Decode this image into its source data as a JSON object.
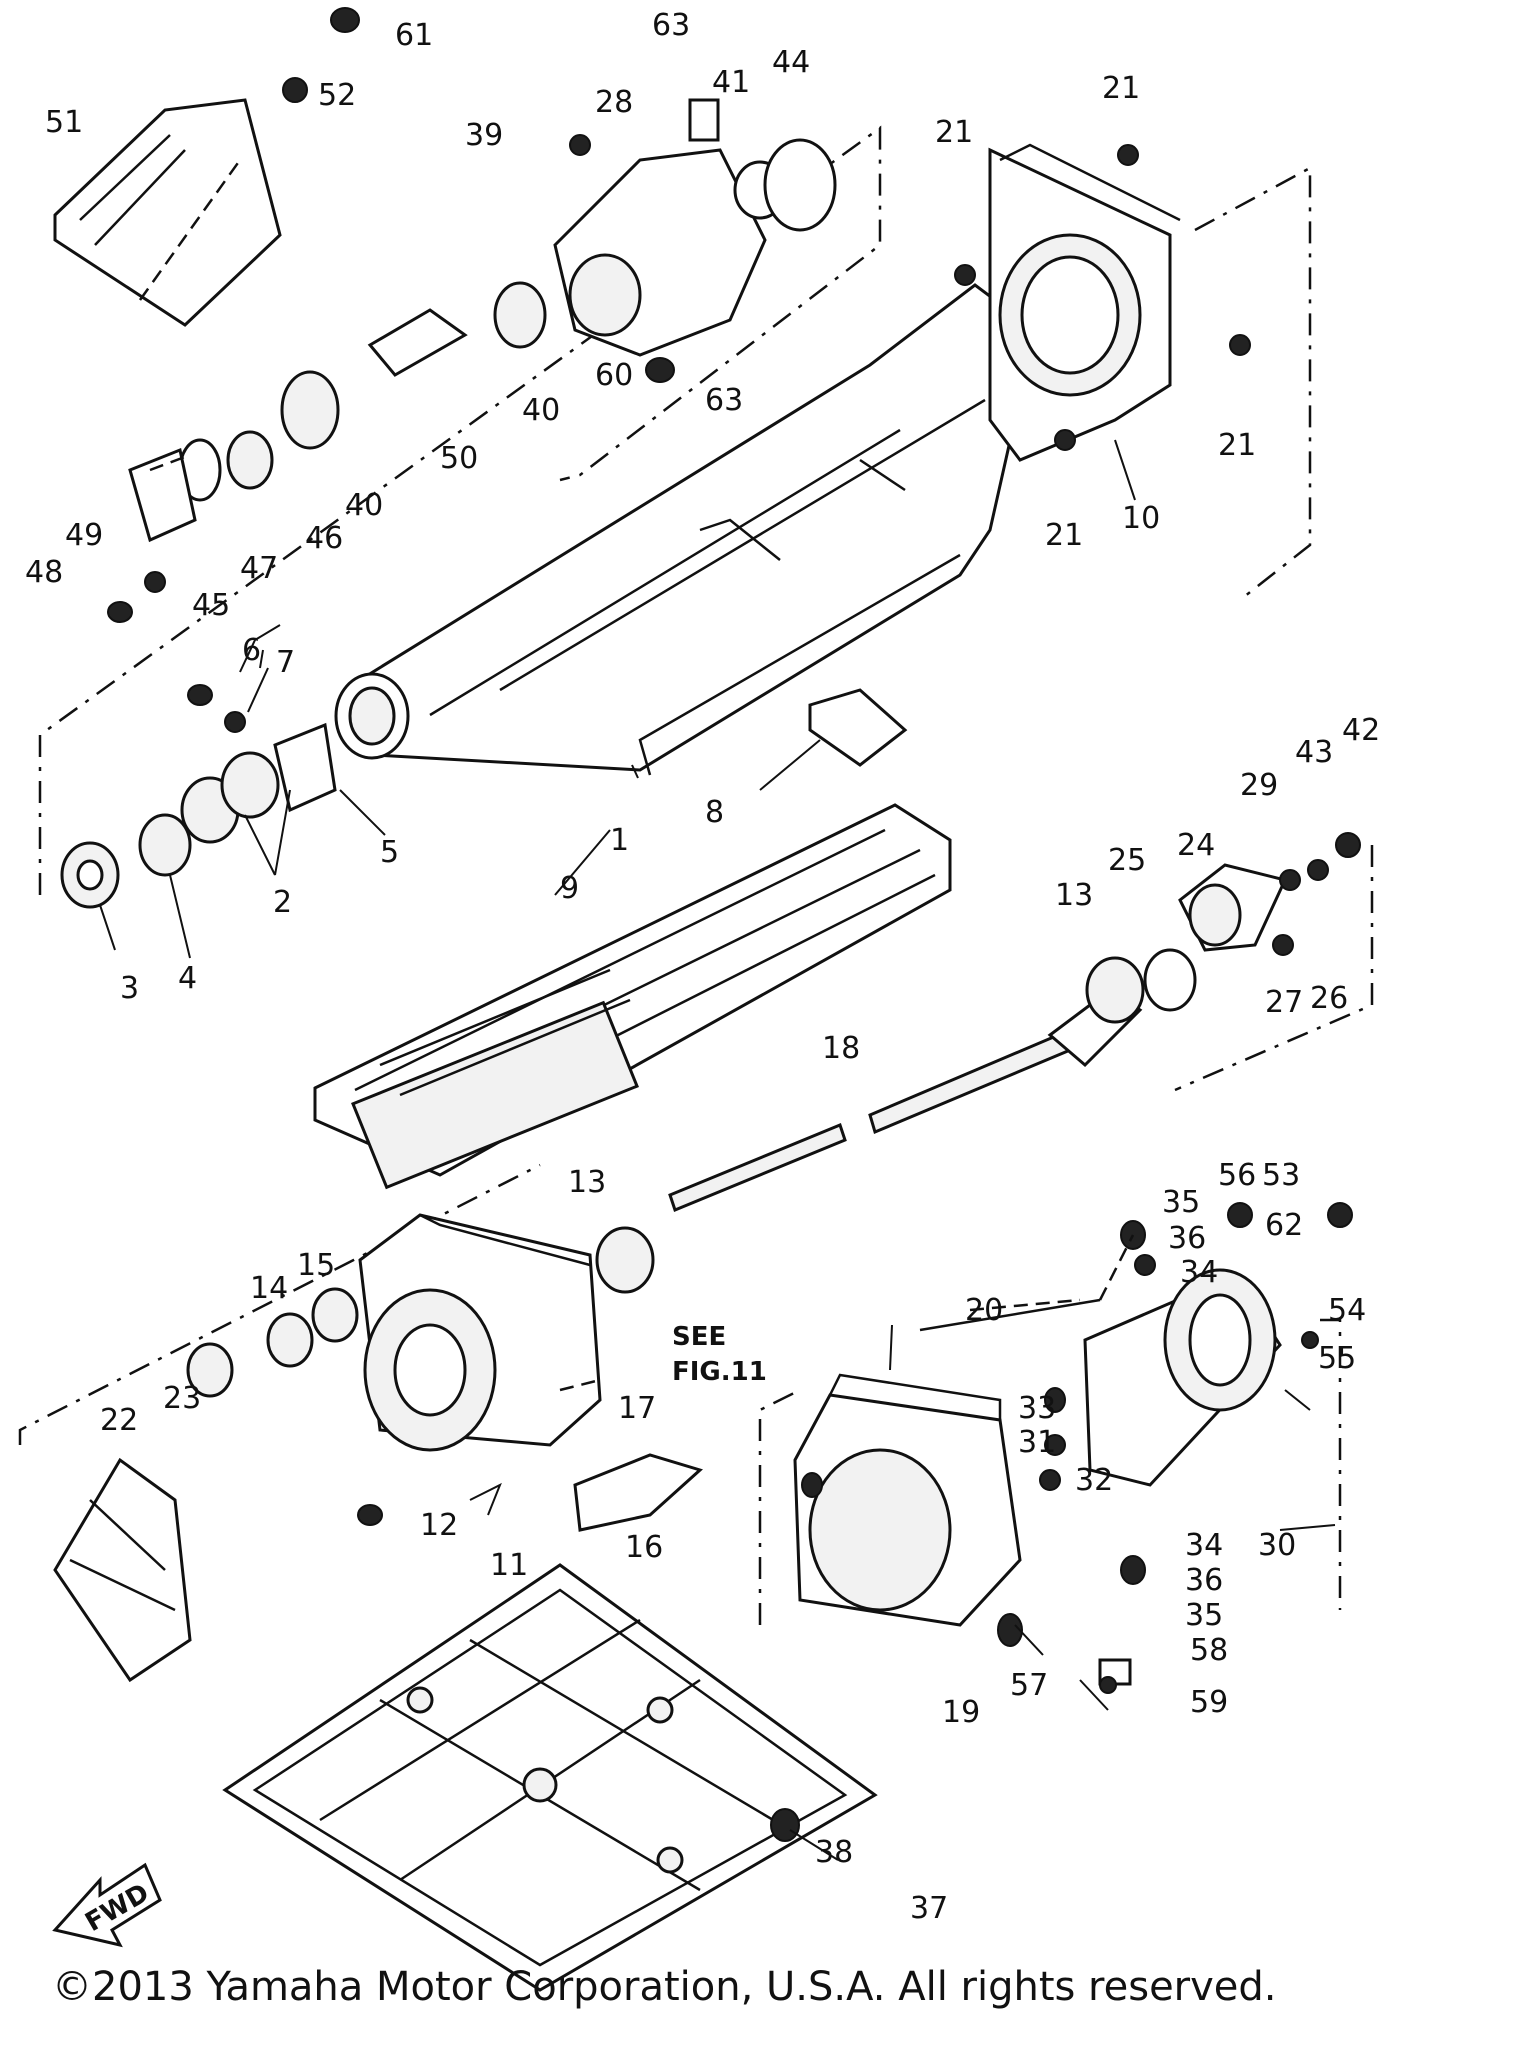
{
  "diagram": {
    "callouts": [
      "1",
      "2",
      "3",
      "4",
      "5",
      "6",
      "7",
      "8",
      "9",
      "10",
      "11",
      "12",
      "13",
      "13",
      "14",
      "15",
      "16",
      "17",
      "18",
      "19",
      "20",
      "21",
      "21",
      "21",
      "21",
      "22",
      "23",
      "24",
      "25",
      "26",
      "27",
      "28",
      "29",
      "30",
      "31",
      "32",
      "33",
      "34",
      "34",
      "35",
      "35",
      "36",
      "36",
      "37",
      "38",
      "39",
      "40",
      "40",
      "41",
      "42",
      "43",
      "44",
      "45",
      "46",
      "47",
      "48",
      "49",
      "50",
      "51",
      "52",
      "53",
      "54",
      "55",
      "56",
      "57",
      "58",
      "59",
      "60",
      "61",
      "62",
      "63",
      "63"
    ],
    "see_ref_line1": "SEE",
    "see_ref_line2": "FIG.11",
    "fwd_label": "FWD",
    "copyright": "©2013 Yamaha Motor Corporation, U.S.A. All rights reserved."
  }
}
